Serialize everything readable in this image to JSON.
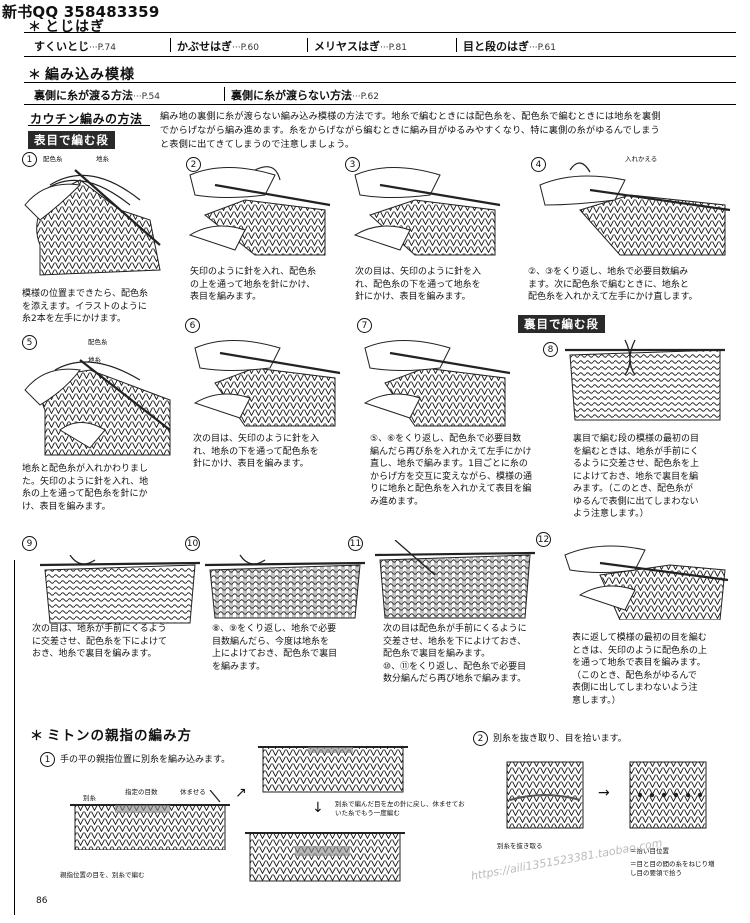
{
  "header": {
    "watermark": "新书QQ 358483359"
  },
  "sec1": {
    "title": "とじはぎ",
    "refs": [
      {
        "label": "すくいとじ",
        "page": "···P.74"
      },
      {
        "label": "かぶせはぎ",
        "page": "···P.60"
      },
      {
        "label": "メリヤスはぎ",
        "page": "···P.81"
      },
      {
        "label": "目と段のはぎ",
        "page": "···P.61"
      }
    ]
  },
  "sec2": {
    "title": "編み込み模様",
    "refs": [
      {
        "label": "裏側に糸が渡る方法",
        "page": "···P.54"
      },
      {
        "label": "裏側に糸が渡らない方法",
        "page": "···P.62"
      }
    ]
  },
  "kauchin": {
    "title": "カウチン編みの方法",
    "intro": [
      "編み地の裏側に糸が渡らない編み込み模様の方法です。地糸で編むときには配色糸を、配色糸で編むときには地糸を裏側",
      "でからげながら編み進めます。糸をからげながら編むときに編み目がゆるみやすくなり、特に裏側の糸がゆるんでしまう",
      "と表側に出てきてしまうので注意しましょう。"
    ],
    "front_tag": "表目で編む段",
    "back_tag": "裏目で編む段"
  },
  "labels": {
    "haishoku": "配色糸",
    "ji": "地糸",
    "irekaeru": "入れかえる"
  },
  "steps": [
    {
      "num": "1",
      "caption": [
        "模様の位置まできたら、配色糸",
        "を添えます。イラストのように",
        "糸2本を左手にかけます。"
      ]
    },
    {
      "num": "2",
      "caption": [
        "矢印のように針を入れ、配色糸",
        "の上を通って地糸を針にかけ、",
        "表目を編みます。"
      ]
    },
    {
      "num": "3",
      "caption": [
        "次の目は、矢印のように針を入",
        "れ、配色糸の下を通って地糸を",
        "針にかけ、表目を編みます。"
      ]
    },
    {
      "num": "4",
      "caption": [
        "②、③をくり返し、地糸で必要目数編み",
        "ます。次に配色糸で編むときに、地糸と",
        "配色糸を入れかえて左手にかけ直します。"
      ]
    },
    {
      "num": "5",
      "caption": [
        "地糸と配色糸が入れかわりまし",
        "た。矢印のように針を入れ、地",
        "糸の上を通って配色糸を針にか",
        "け、表目を編みます。"
      ]
    },
    {
      "num": "6",
      "caption": [
        "次の目は、矢印のように針を入",
        "れ、地糸の下を通って配色糸を",
        "針にかけ、表目を編みます。"
      ]
    },
    {
      "num": "7",
      "caption": [
        "⑤、⑥をくり返し、配色糸で必要目数",
        "編んだら再び糸を入れかえて左手にかけ",
        "直し、地糸で編みます。1目ごとに糸の",
        "からげ方を交互に変えながら、模様の通",
        "りに地糸と配色糸を入れかえて表目を編",
        "み進めます。"
      ]
    },
    {
      "num": "8",
      "caption": [
        "裏目で編む段の模様の最初の目",
        "を編むときは、地糸が手前にく",
        "るように交差させ、配色糸を上",
        "によけておき、地糸で裏目を編",
        "みます。（このとき、配色糸が",
        "ゆるんで表側に出てしまわない",
        "よう注意します。）"
      ]
    },
    {
      "num": "9",
      "caption": [
        "次の目は、地糸が手前にくるよう",
        "に交差させ、配色糸を下によけて",
        "おき、地糸で裏目を編みます。"
      ]
    },
    {
      "num": "10",
      "caption": [
        "⑧、⑨をくり返し、地糸で必要",
        "目数編んだら、今度は地糸を",
        "上によけておき、配色糸で裏目",
        "を編みます。"
      ]
    },
    {
      "num": "11",
      "caption": [
        "次の目は配色糸が手前にくるように",
        "交差させ、地糸を下によけておき、",
        "配色糸で裏目を編みます。",
        "⑩、⑪をくり返し、配色糸で必要目",
        "数分編んだら再び地糸で編みます。"
      ]
    },
    {
      "num": "12",
      "caption": [
        "表に返して模様の最初の目を編む",
        "ときは、矢印のように配色糸の上",
        "を通って地糸で表目を編みます。",
        "（このとき、配色糸がゆるんで",
        "表側に出してしまわないよう注",
        "意します。）"
      ]
    }
  ],
  "mitten": {
    "title": "ミトンの親指の編み方",
    "step1_num": "1",
    "step1": "手の平の親指位置に別糸を編み込みます。",
    "step2_num": "2",
    "step2": "別糸を抜き取り、目を拾います。",
    "labels": {
      "betsuito": "別糸",
      "shitei": "指定の目数",
      "yasumaseru": "休ませる",
      "modoshi": "別糸で編んだ目を左の針に戻し、休ませておいた糸でもう一度編む",
      "oyayubi": "親指位置の目を、別糸で編む",
      "nukitoru": "別糸を抜き取る",
      "legend1": "＝拾い目位置",
      "legend2": "＝目と目の間の糸をねじり増し目の要領で拾う"
    }
  },
  "url_watermark": "https://aili1351523381.taobao.com",
  "footer": {
    "page": "86"
  }
}
